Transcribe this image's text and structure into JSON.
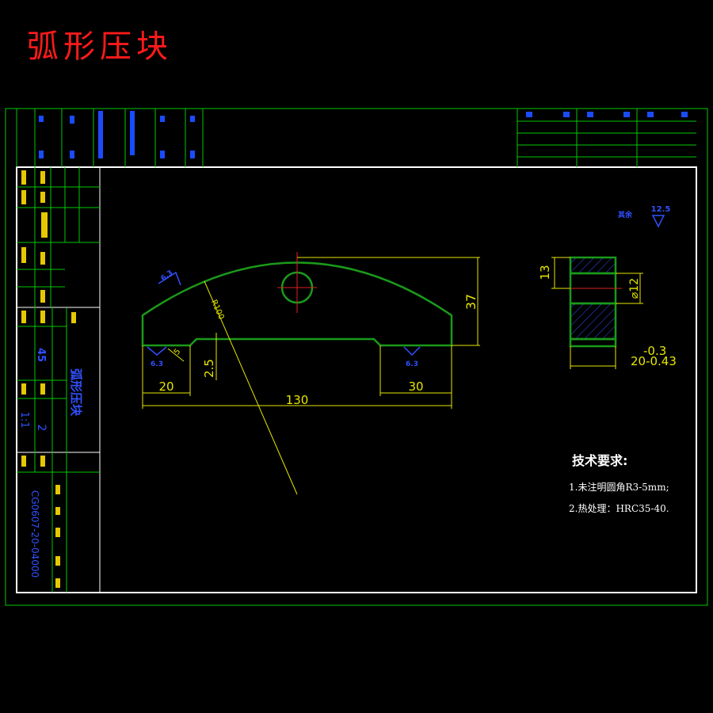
{
  "title": "弧形压块",
  "notes": {
    "heading": "技术要求:",
    "items": [
      "1.未注明圆角R3-5mm;",
      "2.热处理：HRC35-40."
    ]
  },
  "front_view": {
    "dims": {
      "height": "37",
      "radius": "R100",
      "step": "2.5",
      "chamfer": "5",
      "left_foot": "20",
      "right_foot": "30",
      "overall": "130",
      "roughness_arc": "6.3",
      "roughness_left": "6.3",
      "roughness_right": "6.3"
    }
  },
  "side_view": {
    "dims": {
      "height": "13",
      "hole": "⌀12",
      "width_tol": "-0.3",
      "width": "20-0.43"
    },
    "roughness_general": "12.5",
    "roughness_note": "其余"
  },
  "title_block": {
    "material": "45",
    "part_name": "弧形压块",
    "quantity": "2",
    "scale": "1:1",
    "drawing_no": "CG0607-20-04000"
  },
  "colors": {
    "border": "#00c800",
    "outline": "#1a9a1a",
    "dimension": "#e6e600",
    "text_blue": "#3050ff",
    "title_red": "#ff1a1a"
  }
}
